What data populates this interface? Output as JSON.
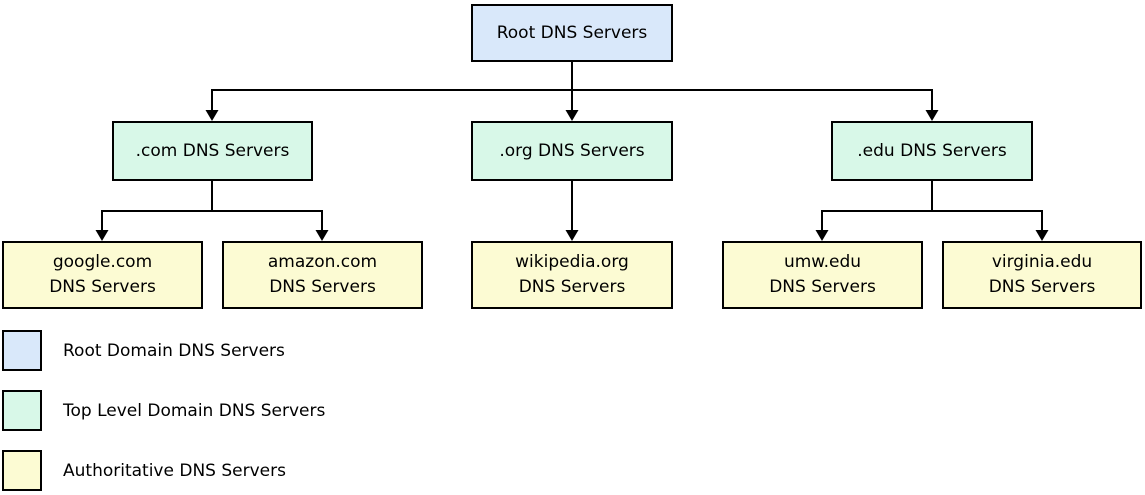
{
  "diagram": {
    "type": "tree-hierarchy",
    "nodes": {
      "root": {
        "label": "Root DNS Servers",
        "level": "root"
      },
      "tld": [
        {
          "id": "com",
          "label": ".com DNS Servers"
        },
        {
          "id": "org",
          "label": ".org DNS Servers"
        },
        {
          "id": "edu",
          "label": ".edu DNS Servers"
        }
      ],
      "authoritative": [
        {
          "id": "google",
          "line1": "google.com",
          "line2": "DNS Servers"
        },
        {
          "id": "amazon",
          "line1": "amazon.com",
          "line2": "DNS Servers"
        },
        {
          "id": "wikipedia",
          "line1": "wikipedia.org",
          "line2": "DNS Servers"
        },
        {
          "id": "umw",
          "line1": "umw.edu",
          "line2": "DNS Servers"
        },
        {
          "id": "virginia",
          "line1": "virginia.edu",
          "line2": "DNS Servers"
        }
      ]
    },
    "edges": [
      {
        "from": "root",
        "to": "com"
      },
      {
        "from": "root",
        "to": "org"
      },
      {
        "from": "root",
        "to": "edu"
      },
      {
        "from": "com",
        "to": "google"
      },
      {
        "from": "com",
        "to": "amazon"
      },
      {
        "from": "org",
        "to": "wikipedia"
      },
      {
        "from": "edu",
        "to": "umw"
      },
      {
        "from": "edu",
        "to": "virginia"
      }
    ]
  },
  "colors": {
    "root_fill": "#d9e8fa",
    "tld_fill": "#d8f8e8",
    "authoritative_fill": "#fcfbd3",
    "border": "#000000",
    "line": "#000000",
    "background": "#ffffff"
  },
  "legend": {
    "items": [
      {
        "label": "Root Domain DNS Servers",
        "swatch_color": "#d9e8fa"
      },
      {
        "label": "Top Level Domain DNS Servers",
        "swatch_color": "#d8f8e8"
      },
      {
        "label": "Authoritative DNS Servers",
        "swatch_color": "#fcfbd3"
      }
    ]
  }
}
